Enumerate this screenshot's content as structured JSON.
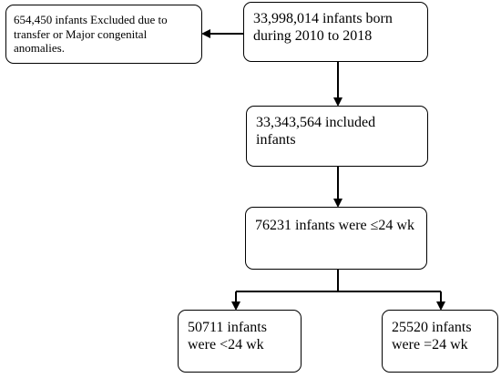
{
  "nodes": {
    "excluded": "654,450 infants Excluded due to transfer or Major congenital anomalies.",
    "born": "33,998,014 infants born during 2010 to 2018",
    "included": "33,343,564 included infants",
    "le24": "76231 infants were ≤24 wk",
    "lt24": "50711 infants were <24 wk",
    "eq24": "25520 infants were =24 wk"
  },
  "colors": {
    "stroke": "#000000",
    "background": "#ffffff"
  }
}
